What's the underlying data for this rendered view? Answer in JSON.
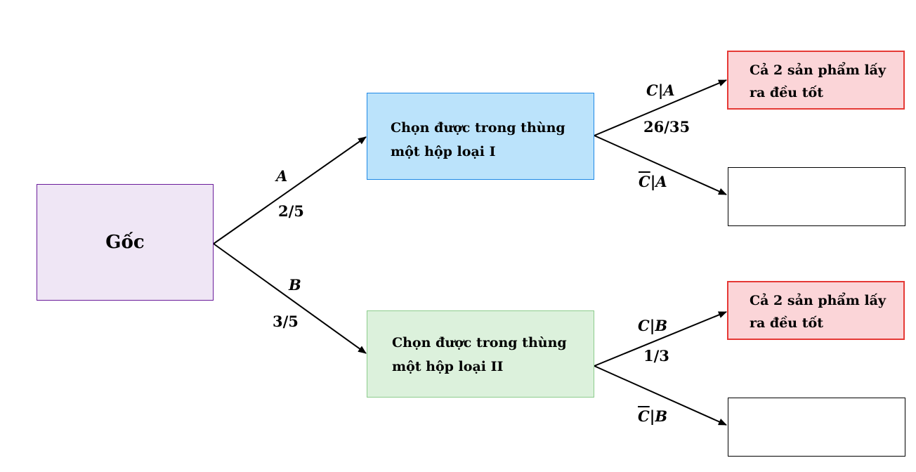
{
  "root": {
    "label": "Gốc"
  },
  "level1": [
    {
      "line1": "Chọn được trong thùng",
      "line2": "một hộp loại I",
      "edge_label": "A",
      "edge_prob": "2/5"
    },
    {
      "line1": "Chọn được trong thùng",
      "line2": "một hộp loại II",
      "edge_label": "B",
      "edge_prob": "3/5"
    }
  ],
  "leaves": {
    "c_given_a": {
      "edge_label": "C|A",
      "edge_prob": "26/35",
      "line1": "Cả 2 sản phẩm lấy",
      "line2": "ra đều tốt"
    },
    "cbar_given_a": {
      "edge_label_bar": "C",
      "edge_label_rest": "|A"
    },
    "c_given_b": {
      "edge_label": "C|B",
      "edge_prob": "1/3",
      "line1": "Cả 2 sản phẩm lấy",
      "line2": "ra đều tốt"
    },
    "cbar_given_b": {
      "edge_label_bar": "C",
      "edge_label_rest": "|B"
    }
  },
  "colors": {
    "root_fill": "#efe6f5",
    "root_border": "#6a1b9a",
    "mid_a_fill": "#bbe3fb",
    "mid_a_border": "#1e88e5",
    "mid_b_fill": "#dcf1dc",
    "mid_b_border": "#8ccc8c",
    "leaf_fill": "#fbd5d8",
    "leaf_border": "#e53935",
    "edge": "#000000"
  }
}
